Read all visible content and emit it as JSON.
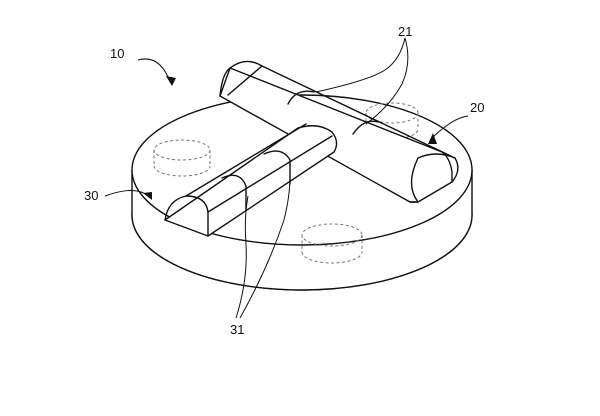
{
  "labels": {
    "disc": "10",
    "rail": "20",
    "rail_segments": "21",
    "bar": "30",
    "bar_segments": "31"
  }
}
